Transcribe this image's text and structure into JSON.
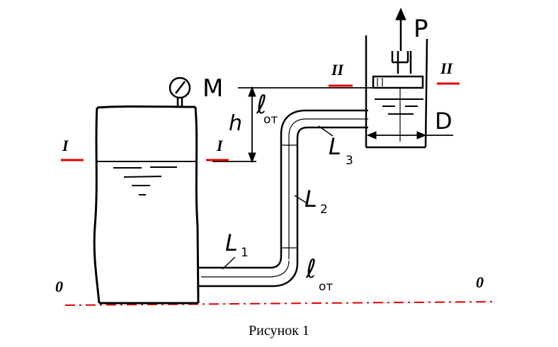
{
  "figure": {
    "labels": {
      "gauge": "M",
      "force": "P",
      "height": "h",
      "diameter": "D",
      "pipe_1": "L",
      "pipe_1_sub": "1",
      "pipe_2": "L",
      "pipe_2_sub": "2",
      "pipe_3": "L",
      "pipe_3_sub": "3",
      "bend_upper": "ℓ",
      "bend_upper_sub": "от",
      "bend_lower": "ℓ",
      "bend_lower_sub": "от",
      "section_1_left": "I",
      "section_1_right": "I",
      "section_2_left": "II",
      "section_2_right": "II",
      "datum_left": "0",
      "datum_right": "0"
    },
    "colors": {
      "line": "#000000",
      "section_marks": "#e00000",
      "datum": "#e00000"
    }
  },
  "caption": "Рисунок 1"
}
